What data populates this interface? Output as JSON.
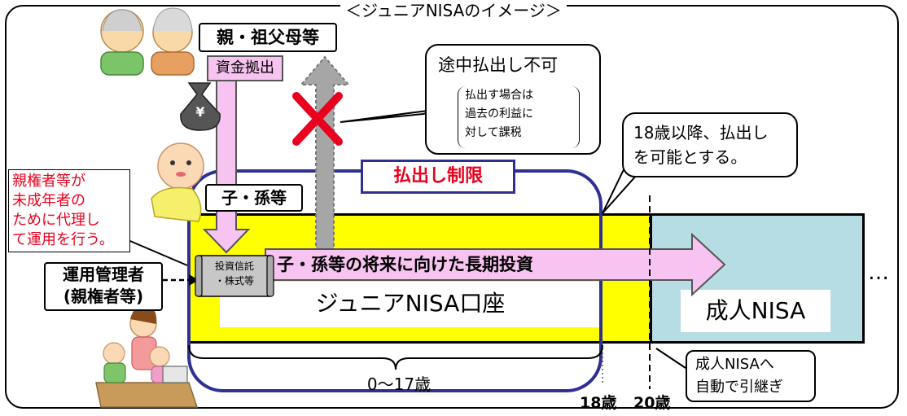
{
  "title": "＜ジュニアNISAのイメージ＞",
  "parents_label": "親・祖父母等",
  "funding_label": "資金拠出",
  "money_bag_symbol": "¥",
  "child_label": "子・孫等",
  "withdrawal_not_allowed": "途中払出し不可",
  "withdrawal_note": [
    "払出す場合は",
    "過去の利益に",
    "対して課税"
  ],
  "after18_note": [
    "18歳以降、払出し",
    "を可能とする。"
  ],
  "limit_label": "払出し制限",
  "guardian_note": [
    "親権者等が",
    "未成年者の",
    "ために代理し",
    "て運用を行う。"
  ],
  "manager_label": [
    "運用管理者",
    "(親権者等)"
  ],
  "investment_label": [
    "投資信託",
    "・株式等"
  ],
  "long_term_label": "子・孫等の将来に向けた長期投資",
  "junior_account_label": "ジュニアNISA口座",
  "adult_nisa_label": "成人NISA",
  "ellipsis": "…",
  "age_range_label": "0〜17歳",
  "age_18_label": "18歳",
  "age_20_label": "20歳",
  "auto_transfer_note": [
    "成人NISAへ",
    "自動で引継ぎ"
  ],
  "colors": {
    "pink_arrow": "#f7c3f0",
    "gray_arrow": "#a6a6a6",
    "yellow": "#ffff00",
    "light_blue": "#b7dde4",
    "navy": "#2e3192",
    "red": "#e8001e"
  }
}
